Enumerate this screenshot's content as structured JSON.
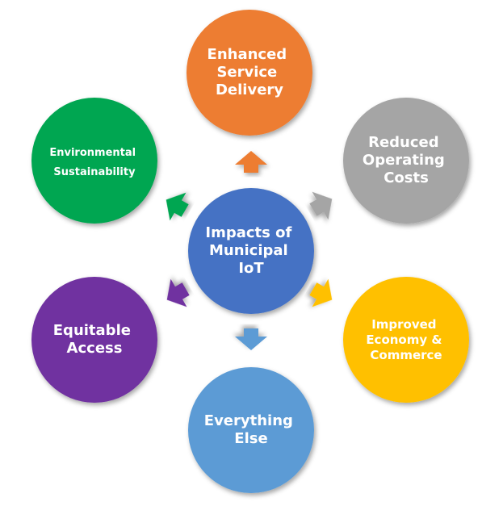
{
  "diagram": {
    "center": {
      "lines": [
        "Impacts of",
        "Municipal",
        "IoT"
      ],
      "color": "#4472C4"
    },
    "nodes": [
      {
        "id": "service",
        "lines": [
          "Enhanced",
          "Service",
          "Delivery"
        ],
        "color": "#ED7D31"
      },
      {
        "id": "costs",
        "lines": [
          "Reduced",
          "Operating",
          "Costs"
        ],
        "color": "#A5A5A5"
      },
      {
        "id": "economy",
        "lines": [
          "Improved",
          "Economy &",
          "Commerce"
        ],
        "color": "#FFC000"
      },
      {
        "id": "everything",
        "lines": [
          "Everything",
          "Else"
        ],
        "color": "#5B9BD5"
      },
      {
        "id": "access",
        "lines": [
          "Equitable",
          "Access"
        ],
        "color": "#7030A0"
      },
      {
        "id": "environment",
        "lines": [
          "Environmental",
          "Sustainability"
        ],
        "color": "#00A651"
      }
    ]
  }
}
